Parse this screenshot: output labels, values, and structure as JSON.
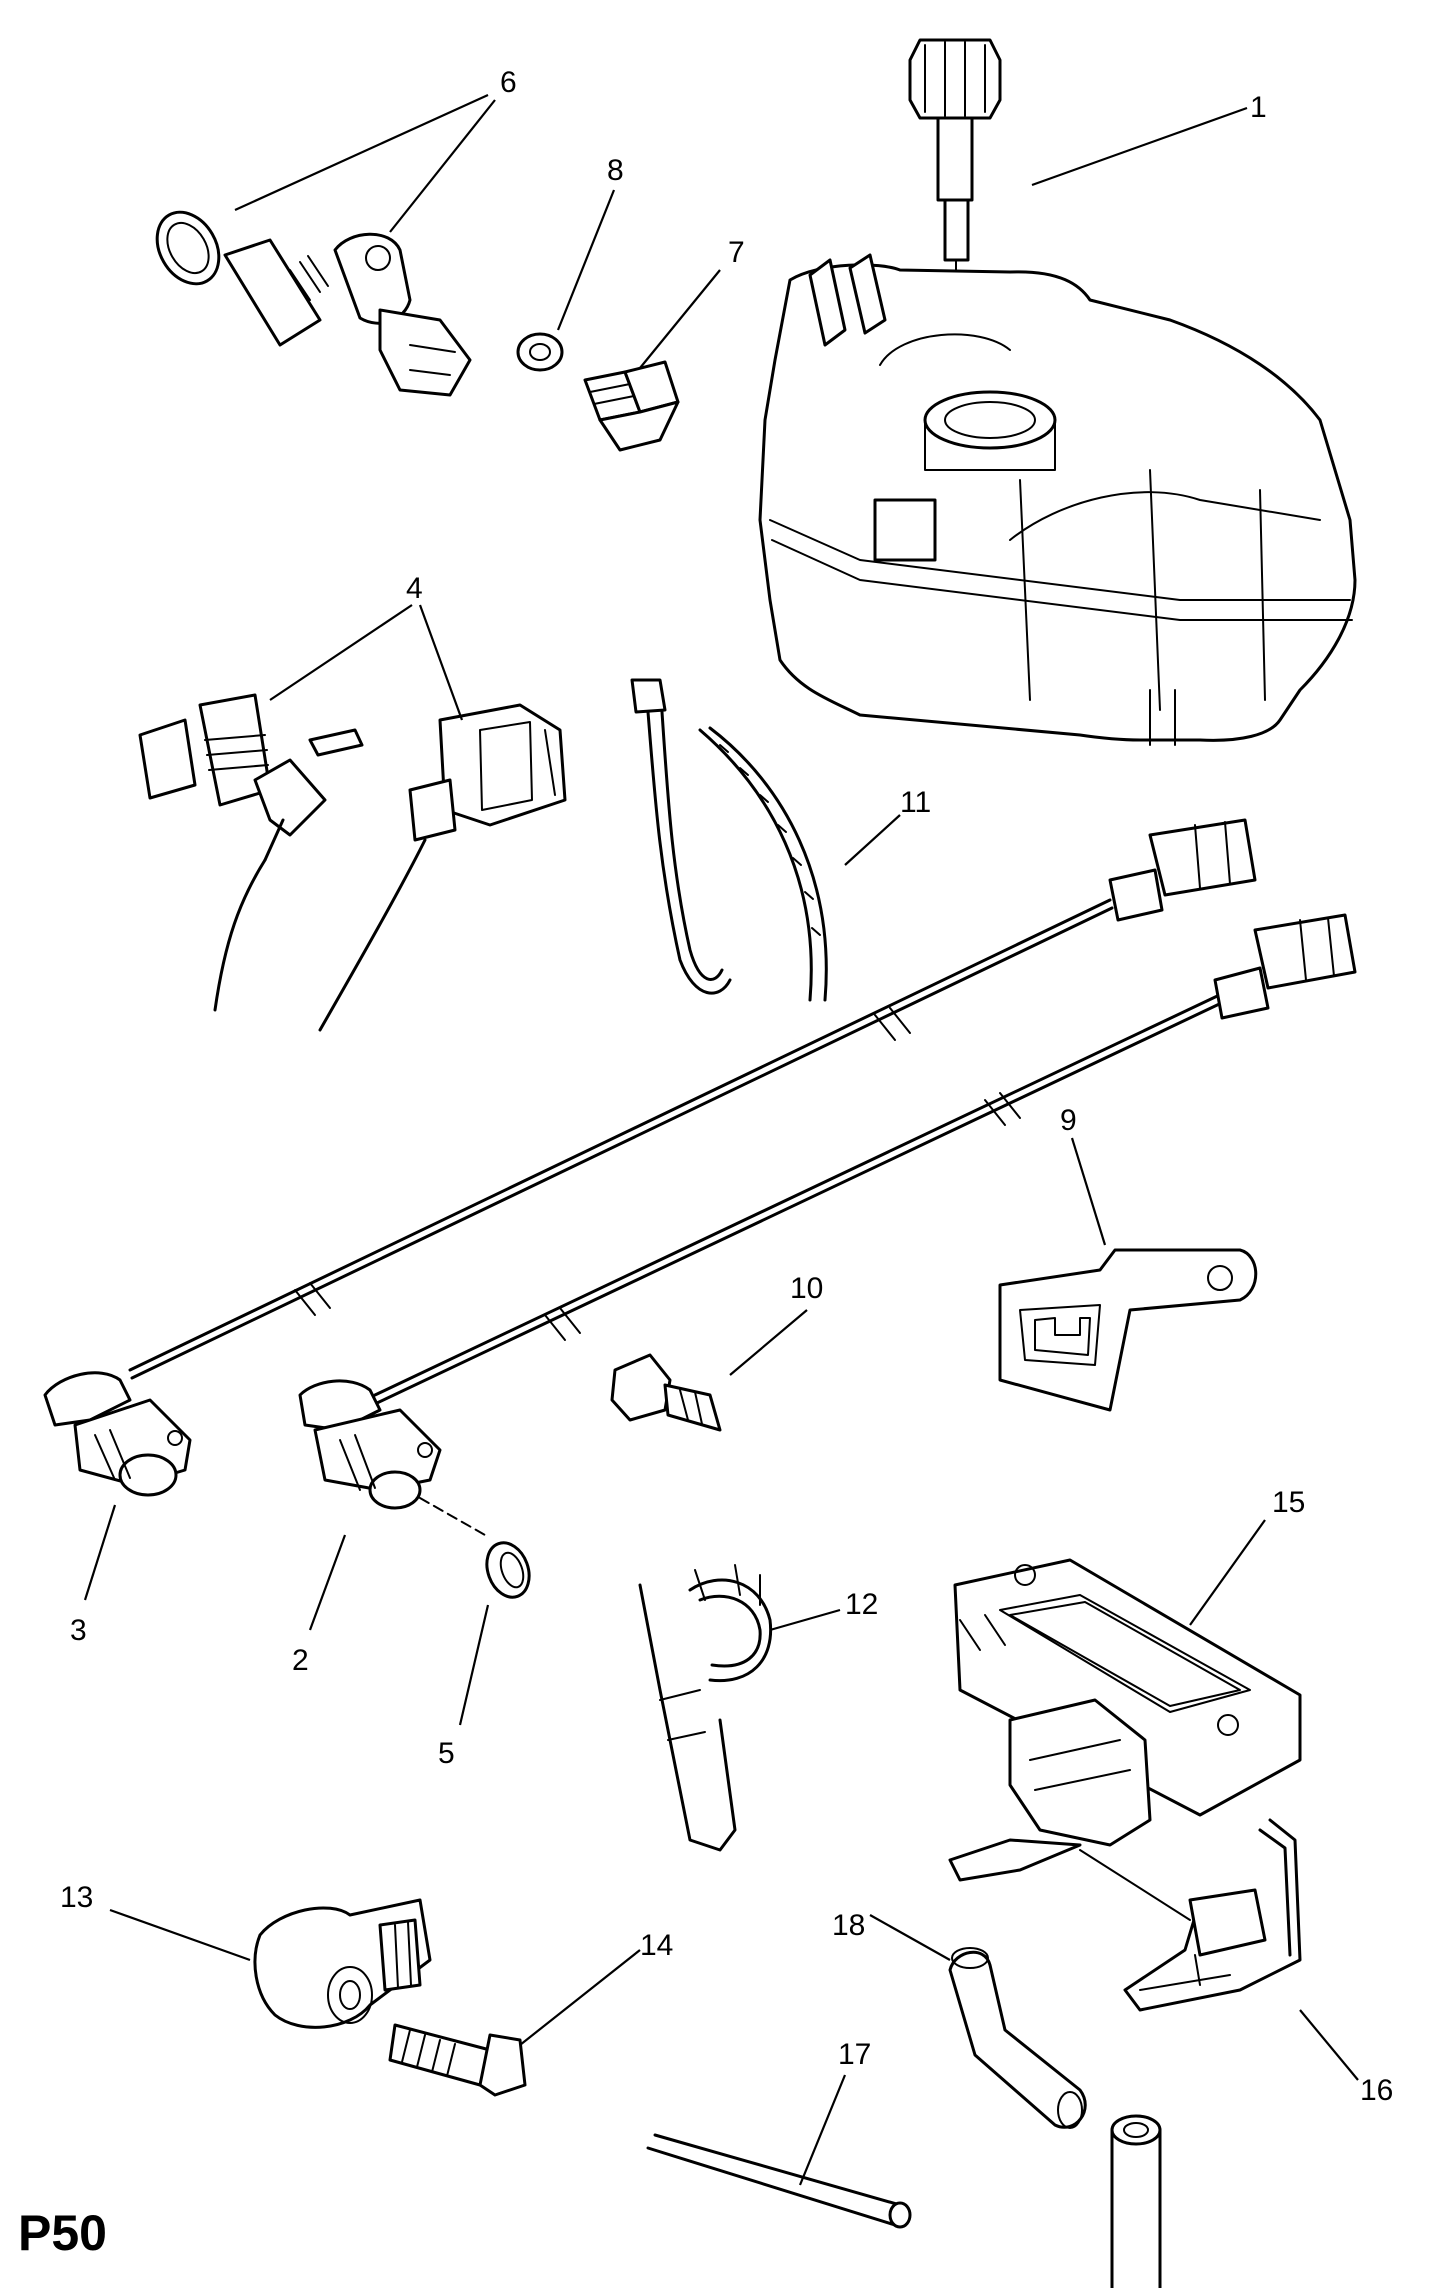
{
  "diagram": {
    "sheet_code": "P50",
    "callouts": {
      "c1": "1",
      "c2": "2",
      "c3": "3",
      "c4": "4",
      "c5": "5",
      "c6": "6",
      "c7": "7",
      "c8": "8",
      "c9": "9",
      "c10": "10",
      "c11": "11",
      "c12": "12",
      "c13": "13",
      "c14": "14",
      "c15": "15",
      "c16": "16",
      "c17": "17",
      "c18": "18"
    }
  }
}
